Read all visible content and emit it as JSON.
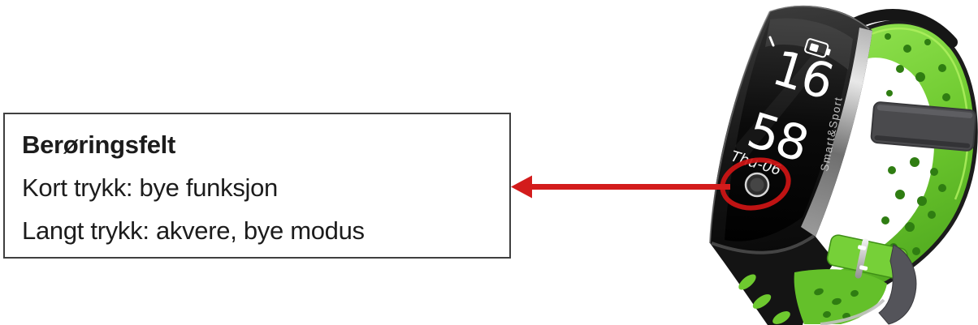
{
  "annotation": {
    "title": "Berøringsfelt",
    "short_press": "Kort trykk: bye funksjon",
    "long_press": "Langt trykk: akvere, bye modus"
  },
  "device": {
    "hours": "16",
    "minutes": "58",
    "date": "Thu-06",
    "brand": "Smart&Sport"
  },
  "colors": {
    "arrow_red": "#d31c1c",
    "highlight_red": "#cf1515",
    "strap_green": "#6ec92f",
    "strap_hole_green": "#2f7d12",
    "keeper_gray": "#4a4a4d",
    "body_black": "#161616",
    "box_border": "#3f3f3f",
    "text_color": "#1c1c1c"
  }
}
